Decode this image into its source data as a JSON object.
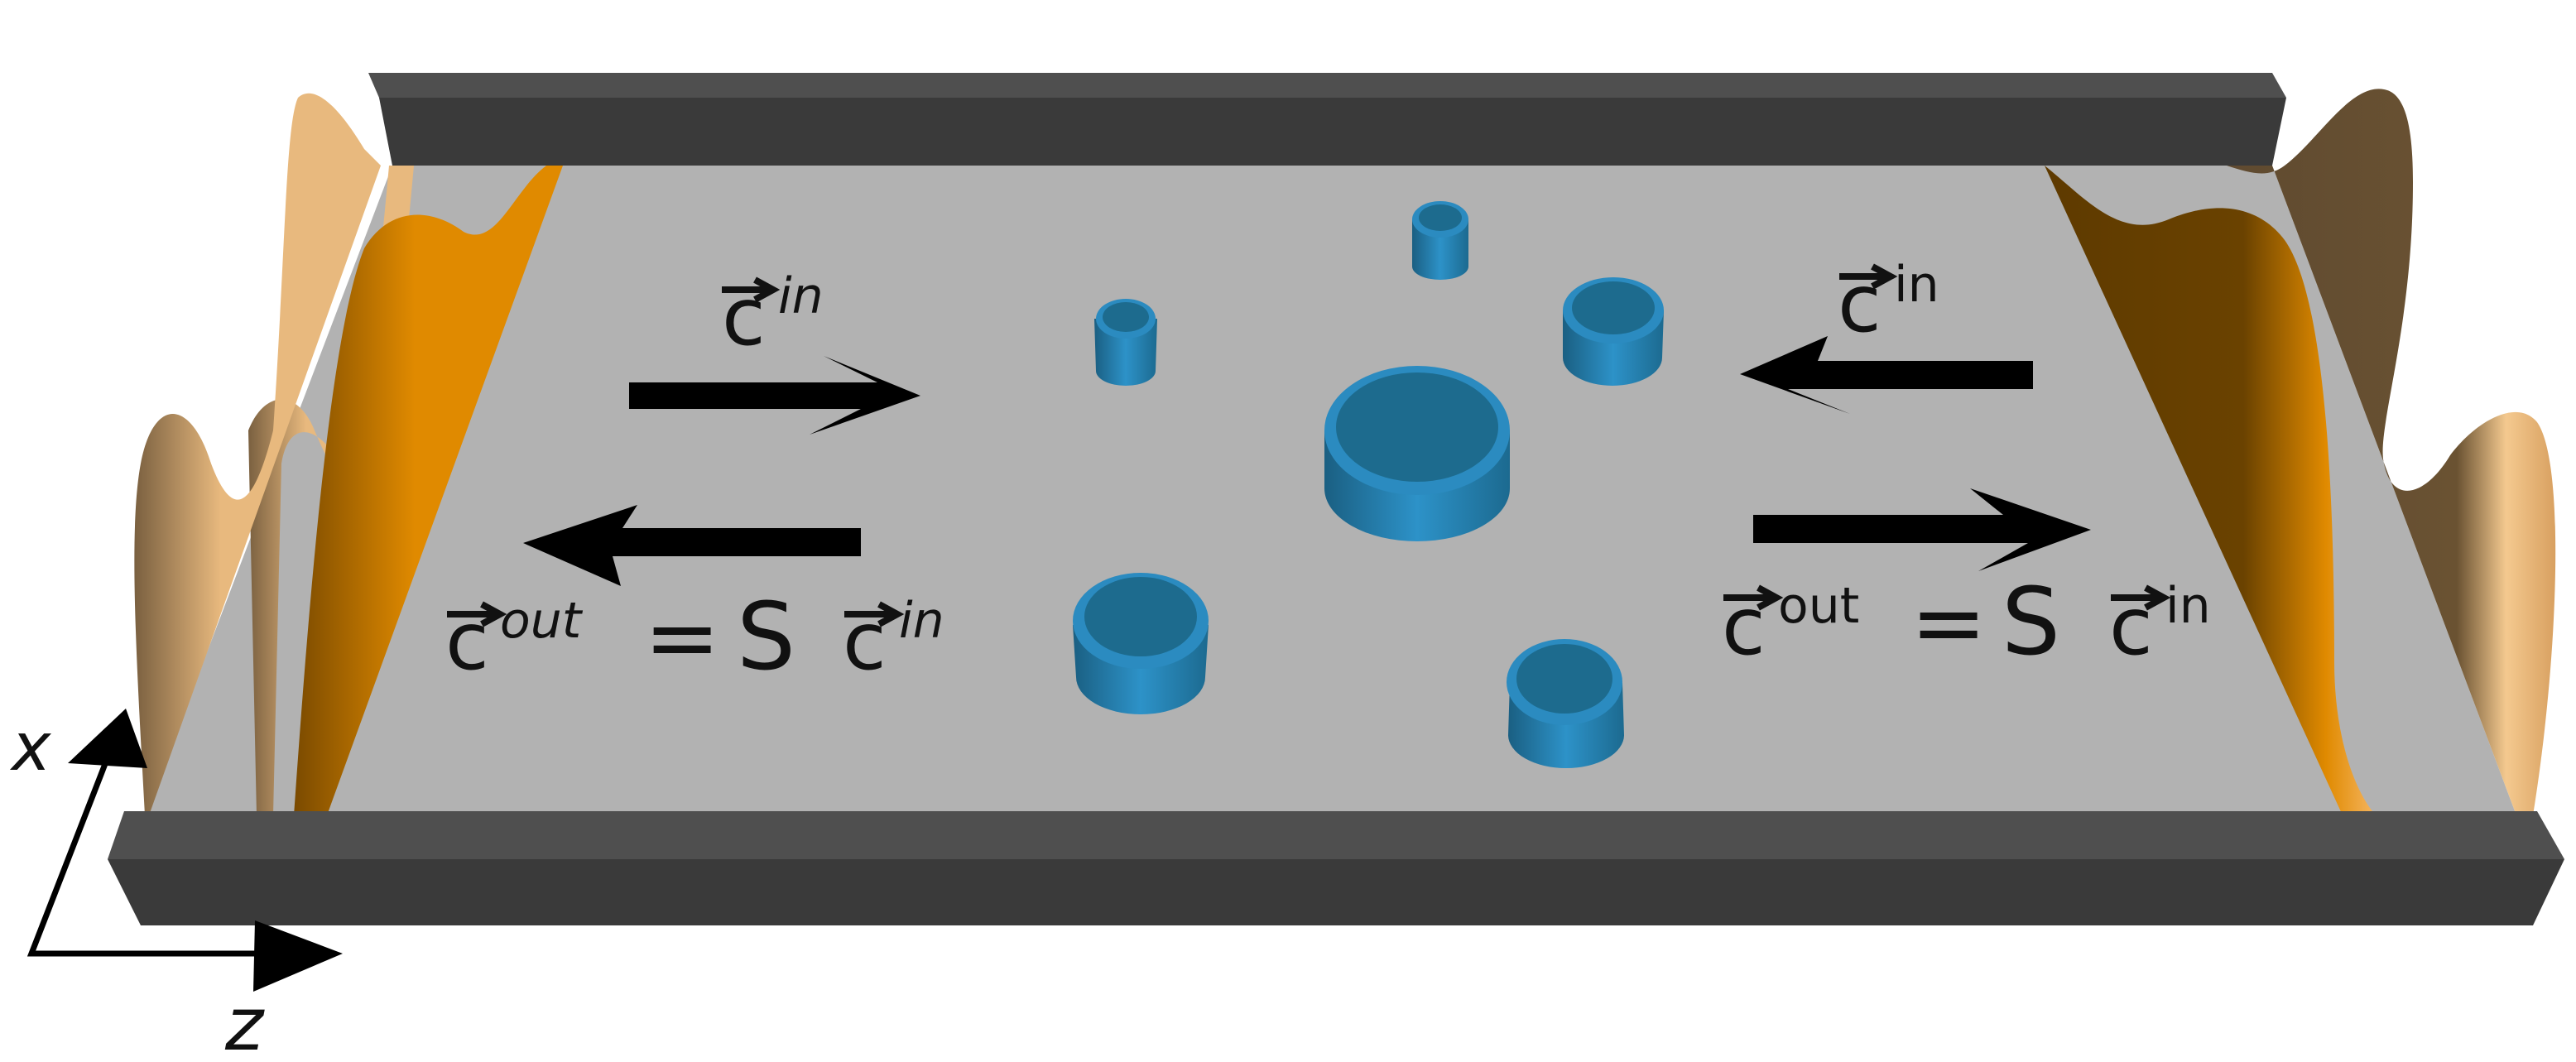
{
  "colors": {
    "floor": "#b2b2b2",
    "wall_top": "#4f4f4f",
    "wall_front": "#3a3a3a",
    "scatterer_top": "#1d6b8e",
    "scatterer_side": "#2b8bc0",
    "wave_light": "#e8b97e",
    "wave_dark_edge": "#7a6040",
    "wave_orange": "#e08a00",
    "wave_brown": "#7a4a00",
    "arrow": "#000000"
  },
  "labels": {
    "left_in": {
      "base": "c",
      "sup": "in"
    },
    "left_out": {
      "base": "c",
      "sup": "out",
      "eq": "=",
      "matrix": "S",
      "base2": "c",
      "sup2": "in"
    },
    "right_in": {
      "base": "c",
      "sup": "in"
    },
    "right_out": {
      "base": "c",
      "sup": "out",
      "eq": "=",
      "matrix": "S",
      "base2": "c",
      "sup2": "in"
    }
  },
  "axes": {
    "x_label": "x",
    "z_label": "z"
  },
  "icons": {
    "arrow_right": "arrow-right-icon",
    "arrow_left": "arrow-left-icon",
    "vector_arrow": "vector-arrow-icon"
  }
}
